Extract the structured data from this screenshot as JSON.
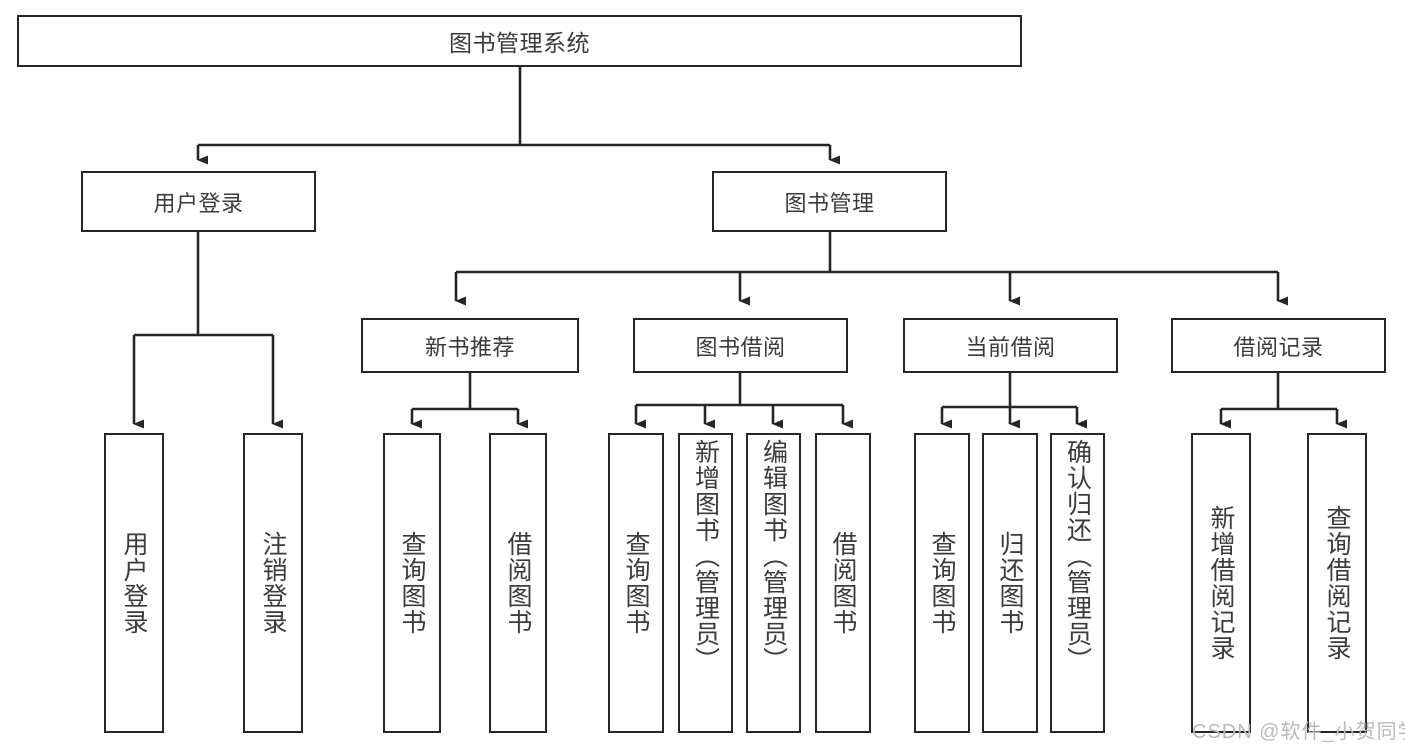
{
  "diagram": {
    "type": "tree-hierarchy",
    "title": "图书管理系统",
    "watermark": "CSDN @软件_小贺同学",
    "colors": {
      "stroke": "#262626",
      "text": "#3b3b3b",
      "background": "#ffffff",
      "watermark": "#b9b9b9"
    },
    "nodes": {
      "root": {
        "label": "图书管理系统",
        "level": 0
      },
      "level2": [
        {
          "id": "user-login",
          "label": "用户登录"
        },
        {
          "id": "book-management",
          "label": "图书管理"
        }
      ],
      "level3": [
        {
          "id": "new-book-recommend",
          "label": "新书推荐",
          "parent": "book-management"
        },
        {
          "id": "book-borrow",
          "label": "图书借阅",
          "parent": "book-management"
        },
        {
          "id": "current-borrow",
          "label": "当前借阅",
          "parent": "book-management"
        },
        {
          "id": "borrow-record",
          "label": "借阅记录",
          "parent": "book-management"
        }
      ],
      "leaves": [
        {
          "id": "leaf-user-login",
          "label": "用户登录",
          "parent": "user-login"
        },
        {
          "id": "leaf-logout-login",
          "label": "注销登录",
          "parent": "user-login"
        },
        {
          "id": "leaf-query-book-1",
          "label": "查询图书",
          "parent": "new-book-recommend"
        },
        {
          "id": "leaf-borrow-book-1",
          "label": "借阅图书",
          "parent": "new-book-recommend"
        },
        {
          "id": "leaf-query-book-2",
          "label": "查询图书",
          "parent": "book-borrow"
        },
        {
          "id": "leaf-add-book",
          "label": "新增图书（管理员）",
          "parent": "book-borrow"
        },
        {
          "id": "leaf-edit-book",
          "label": "编辑图书（管理员）",
          "parent": "book-borrow"
        },
        {
          "id": "leaf-borrow-book-2",
          "label": "借阅图书",
          "parent": "book-borrow"
        },
        {
          "id": "leaf-query-book-3",
          "label": "查询图书",
          "parent": "current-borrow"
        },
        {
          "id": "leaf-return-book",
          "label": "归还图书",
          "parent": "current-borrow"
        },
        {
          "id": "leaf-confirm-return",
          "label": "确认归还（管理员）",
          "parent": "current-borrow"
        },
        {
          "id": "leaf-add-record",
          "label": "新增借阅记录",
          "parent": "borrow-record"
        },
        {
          "id": "leaf-query-record",
          "label": "查询借阅记录",
          "parent": "borrow-record"
        }
      ]
    }
  }
}
